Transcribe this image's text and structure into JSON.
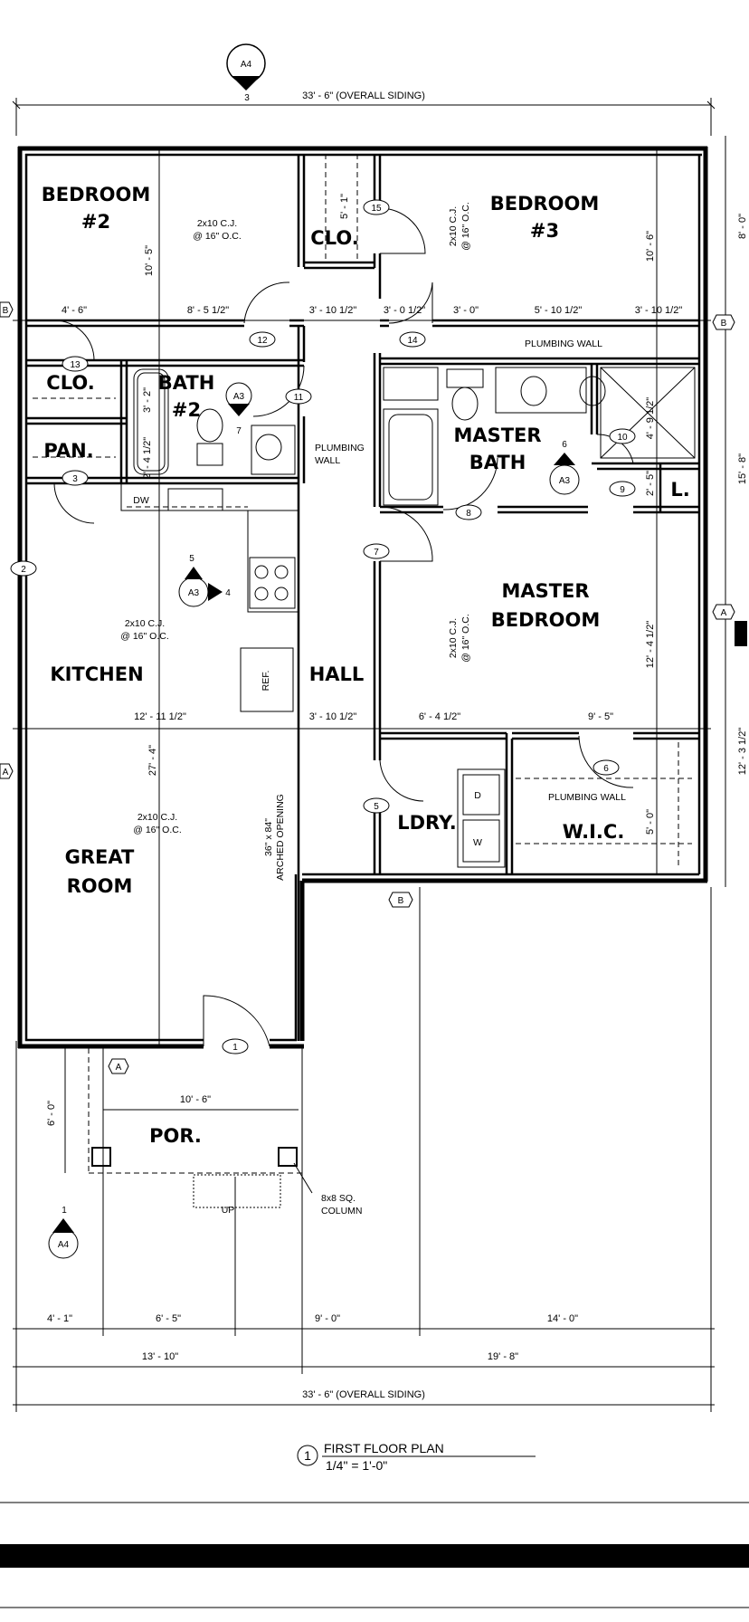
{
  "plan": {
    "title": "FIRST FLOOR PLAN",
    "scale": "1/4\" = 1'-0\"",
    "view_number": "1"
  },
  "rooms": {
    "bedroom2_line1": "BEDROOM",
    "bedroom2_line2": "#2",
    "bedroom3_line1": "BEDROOM",
    "bedroom3_line2": "#3",
    "clo_top": "CLO.",
    "clo_left": "CLO.",
    "pan": "PAN.",
    "bath2_line1": "BATH",
    "bath2_line2": "#2",
    "master_bath_line1": "MASTER",
    "master_bath_line2": "BATH",
    "l": "L.",
    "kitchen": "KITCHEN",
    "hall": "HALL",
    "master_bed_line1": "MASTER",
    "master_bed_line2": "BEDROOM",
    "great_line1": "GREAT",
    "great_line2": "ROOM",
    "ldry": "LDRY.",
    "wic": "W.I.C.",
    "por": "POR."
  },
  "dimensions": {
    "overall_top": "33' - 6\" (OVERALL SIDING)",
    "overall_bottom": "33' - 6\" (OVERALL SIDING)",
    "d_4_6": "4' - 6\"",
    "d_8_5_5": "8' - 5 1/2\"",
    "d_3_10_5a": "3' - 10 1/2\"",
    "d_3_0_5": "3' - 0 1/2\"",
    "d_3_0": "3' - 0\"",
    "d_5_10_5": "5' - 10 1/2\"",
    "d_3_10_5b": "3' - 10 1/2\"",
    "d_10_5": "10' - 5\"",
    "d_5_1": "5' - 1\"",
    "d_10_6": "10' - 6\"",
    "d_8_0": "8' - 0\"",
    "d_3_2": "3' - 2\"",
    "d_2_4_5": "2' - 4 1/2\"",
    "d_4_9_5": "4' - 9 1/2\"",
    "d_2_5": "2' - 5\"",
    "d_15_8": "15' - 8\"",
    "d_12_11_5": "12' - 11 1/2\"",
    "d_3_10_5c": "3' - 10 1/2\"",
    "d_6_4_5": "6' - 4 1/2\"",
    "d_9_5": "9' - 5\"",
    "d_12_4_5": "12' - 4 1/2\"",
    "d_12_3_5": "12' - 3 1/2\"",
    "d_27_4": "27' - 4\"",
    "d_5_0": "5' - 0\"",
    "d_10_6_por": "10' - 6\"",
    "d_6_0": "6' - 0\"",
    "d_4_1": "4' - 1\"",
    "d_6_5": "6' - 5\"",
    "d_9_0": "9' - 0\"",
    "d_14_0": "14' - 0\"",
    "d_13_10": "13' - 10\"",
    "d_19_8": "19' - 8\""
  },
  "notes": {
    "cj_line1": "2x10 C.J.",
    "cj_line2": "@ 16\" O.C.",
    "plumbing_wall": "PLUMBING WALL",
    "plumbing": "PLUMBING",
    "wall": "WALL",
    "arched_line1": "36\" x 84\"",
    "arched_line2": "ARCHED OPENING",
    "column_line1": "8x8 SQ.",
    "column_line2": "COLUMN",
    "up": "UP",
    "ref": "REF.",
    "dw": "DW",
    "d": "D",
    "w": "W"
  },
  "tags": {
    "a4": "A4",
    "a3": "A3",
    "a": "A",
    "b": "B",
    "n1": "1",
    "n2": "2",
    "n3": "3",
    "n4": "4",
    "n5": "5",
    "n6": "6",
    "n7": "7",
    "n8": "8",
    "n9": "9",
    "n10": "10",
    "n11": "11",
    "n12": "12",
    "n13": "13",
    "n14": "14",
    "n15": "15"
  }
}
